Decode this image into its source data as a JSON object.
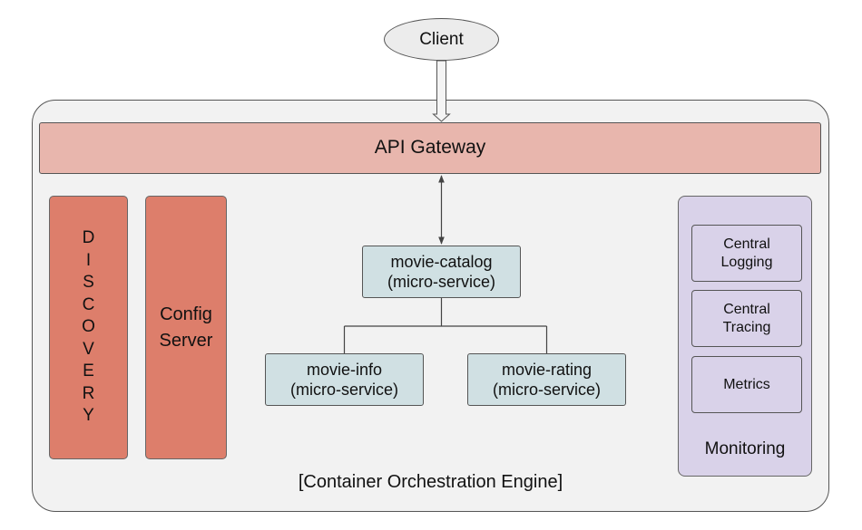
{
  "client": {
    "label": "Client"
  },
  "engine": {
    "label": "[Container Orchestration Engine]"
  },
  "gateway": {
    "label": "API Gateway"
  },
  "discovery": {
    "letters": [
      "D",
      "I",
      "S",
      "C",
      "O",
      "V",
      "E",
      "R",
      "Y"
    ]
  },
  "config_server": {
    "label": "Config\nServer"
  },
  "services": {
    "catalog": {
      "label": "movie-catalog\n(micro-service)"
    },
    "info": {
      "label": "movie-info\n(micro-service)"
    },
    "rating": {
      "label": "movie-rating\n(micro-service)"
    }
  },
  "monitoring": {
    "label": "Monitoring",
    "items": [
      {
        "label": "Central\nLogging"
      },
      {
        "label": "Central\nTracing"
      },
      {
        "label": "Metrics"
      }
    ]
  },
  "colors": {
    "gateway": "#e8b6ad",
    "discovery": "#dd7e6b",
    "config_server": "#dd7e6b",
    "service": "#d0e0e3",
    "monitoring": "#d9d2e9",
    "engine": "#f2f2f2",
    "client": "#ececec"
  }
}
